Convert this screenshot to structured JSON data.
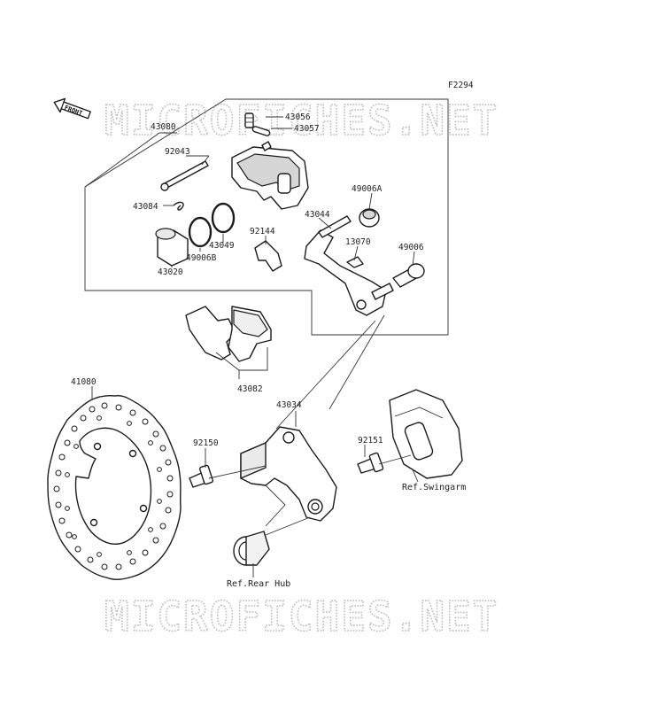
{
  "figure_code": "F2294",
  "watermark": "MICROFICHES.NET",
  "front_badge": "FRONT",
  "parts": {
    "p43080": "43080",
    "p92043": "92043",
    "p43084": "43084",
    "p43056": "43056",
    "p43057": "43057",
    "p49006A": "49006A",
    "p43044": "43044",
    "p13070": "13070",
    "p49006": "49006",
    "p92144": "92144",
    "p43049": "43049",
    "p49006B": "49006B",
    "p43020": "43020",
    "p43082": "43082",
    "p41080": "41080",
    "p43034": "43034",
    "p92150": "92150",
    "p92151": "92151"
  },
  "refs": {
    "swingarm": "Ref.Swingarm",
    "rear_hub": "Ref.Rear Hub"
  }
}
